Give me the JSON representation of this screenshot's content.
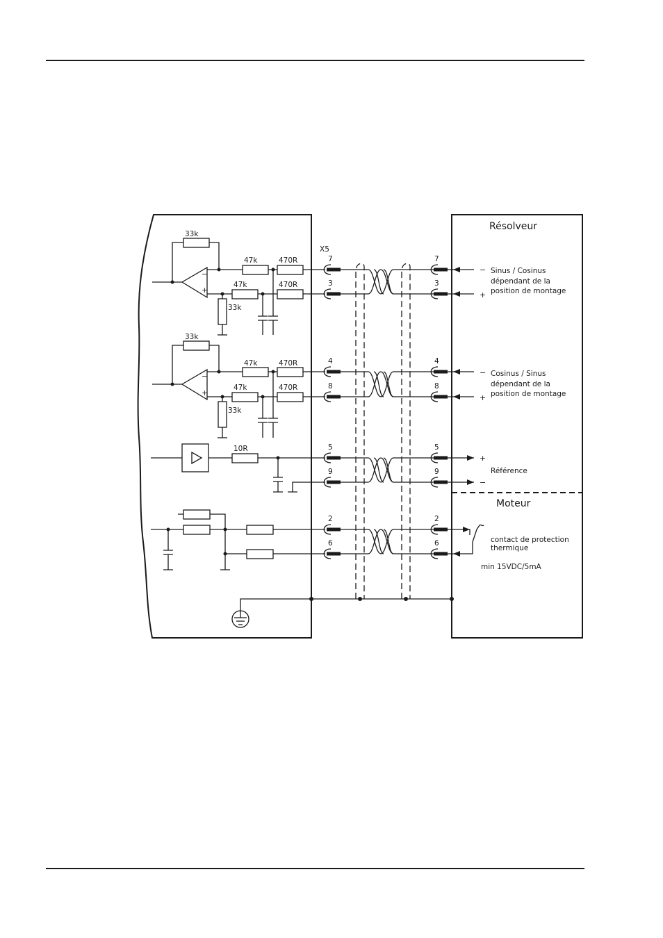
{
  "diagram": {
    "resolver_title": "Résolveur",
    "motor_title": "Moteur",
    "connector_name": "X5",
    "pins": {
      "p7": "7",
      "p3": "3",
      "p4": "4",
      "p8": "8",
      "p5": "5",
      "p9": "9",
      "p2": "2",
      "p6": "6"
    },
    "components": {
      "r33k": "33k",
      "r47k": "47k",
      "r470r": "470R",
      "r10r": "10R"
    },
    "signal_labels": {
      "sin_line1": "Sinus / Cosinus",
      "sin_line2": "dépendant de la",
      "sin_line3": "position de montage",
      "cos_line1": "Cosinus / Sinus",
      "cos_line2": "dépendant de la",
      "cos_line3": "position de montage",
      "reference": "Référence",
      "thermal_line1": "contact de protection",
      "thermal_line2": "thermique",
      "thermal_rating": "min 15VDC/5mA"
    },
    "polarity": {
      "minus": "−",
      "plus": "+"
    }
  }
}
